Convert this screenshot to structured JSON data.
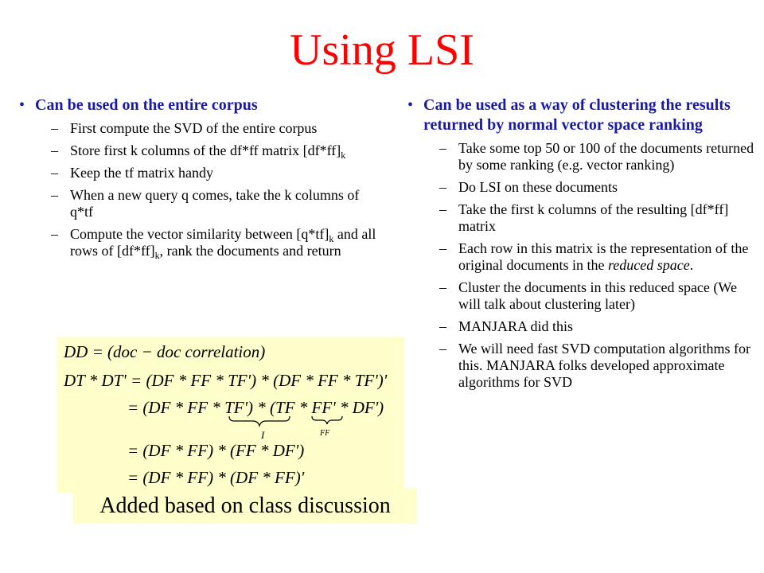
{
  "title": "Using LSI",
  "left": {
    "heading": "Can be used on the entire corpus",
    "items": [
      "First compute the SVD of the entire corpus",
      {
        "pre": "Store first k columns of the df*ff matrix [df*ff]",
        "sub": "k"
      },
      "Keep the tf matrix handy",
      "When a new query q comes, take the k columns of q*tf",
      {
        "p1": "Compute the vector similarity between [q*tf]",
        "s1": "k",
        "p2": " and all rows of [df*ff]",
        "s2": "k",
        "p3": ", rank the documents and return"
      }
    ]
  },
  "right": {
    "heading": "Can be used as a way of clustering the results returned by normal vector space ranking",
    "items": [
      "Take some top 50 or 100 of the documents returned by some ranking (e.g. vector ranking)",
      "Do LSI on these documents",
      "Take the first k columns of the resulting [df*ff] matrix",
      {
        "pre": "Each row in this matrix is the representation of the original documents in the ",
        "em": "reduced space",
        "post": "."
      },
      "Cluster the documents in this reduced space (We will talk about clustering later)",
      "MANJARA did this",
      "We will need fast SVD computation algorithms for this. MANJARA folks developed approximate algorithms for SVD"
    ]
  },
  "formulas": [
    "DD = (doc − doc correlation)",
    "DT * DT' = (DF * FF * TF') * (DF * FF * TF')'",
    "= (DF * FF * TF') * (TF * FF' * DF')",
    "= (DF * FF) * (FF * DF')",
    "= (DF * FF) * (DF * FF)'"
  ],
  "brace_labels": [
    "I",
    "FF"
  ],
  "note": "Added based on class discussion"
}
